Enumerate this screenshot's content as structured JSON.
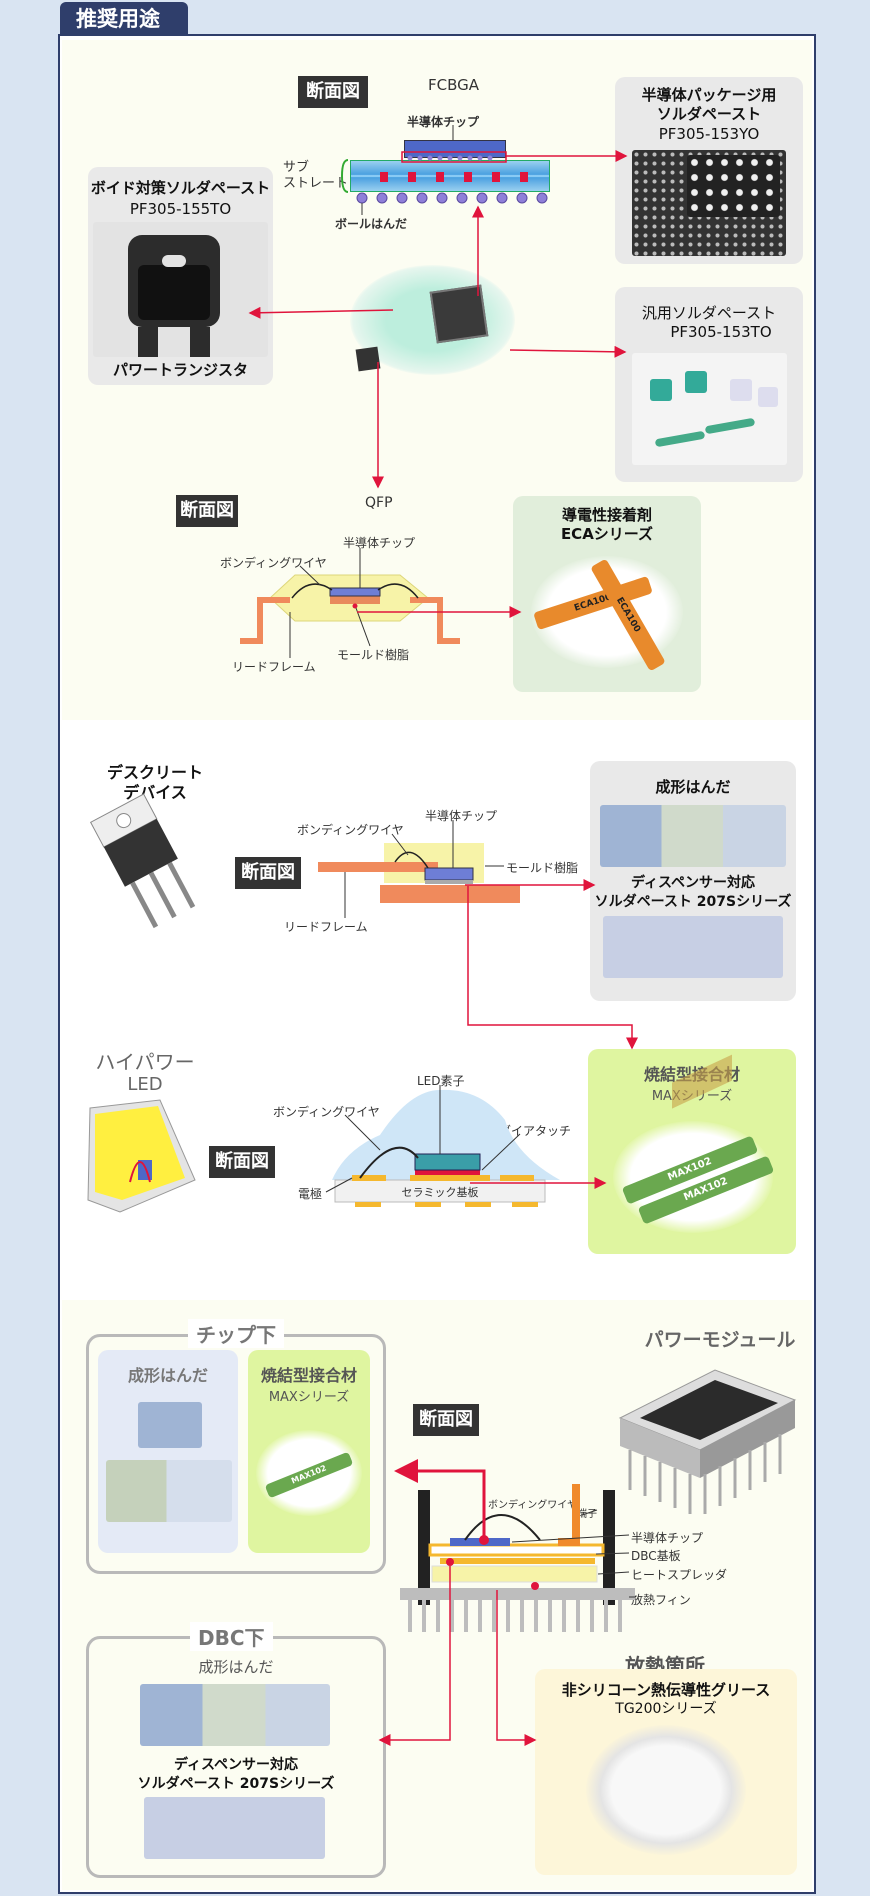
{
  "header": {
    "title": "推奨用途"
  },
  "labels": {
    "danmenzu": "断面図",
    "fcbga": "FCBGA",
    "chip": "半導体チップ",
    "substrate": "サブ\nストレート",
    "ball": "ボールはんだ",
    "qfp": "QFP",
    "bonding_wire": "ボンディングワイヤ",
    "lead_frame": "リードフレーム",
    "mold": "モールド樹脂",
    "led_element": "LED素子",
    "die_attach": "ダイアタッチ",
    "electrode": "電極",
    "ceramic": "セラミック基板",
    "terminal": "端子",
    "dbc": "DBC基板",
    "heat_spreader": "ヒートスプレッダ",
    "fin": "放熱フィン"
  },
  "devices": {
    "power_transistor": "パワートランジスタ",
    "discrete": "デスクリート\nデバイス",
    "high_power_led_1": "ハイパワー",
    "high_power_led_2": "LED",
    "power_module": "パワーモジュール"
  },
  "products": {
    "void": {
      "title": "ボイド対策ソルダペースト",
      "code": "PF305-155TO"
    },
    "package": {
      "title": "半導体パッケージ用\nソルダペースト",
      "code": "PF305-153YO"
    },
    "general": {
      "title": "汎用ソルダペースト",
      "code": "PF305-153TO"
    },
    "eca": {
      "title": "導電性接着剤\nECAシリーズ"
    },
    "preform1": {
      "title": "成形はんだ"
    },
    "dispenser1": {
      "title": "ディスペンサー対応\nソルダペースト 207Sシリーズ"
    },
    "sinter_led": {
      "title": "焼結型接合材",
      "code": "MAXシリーズ"
    },
    "chip_under": {
      "title": "チップ下"
    },
    "preform2": {
      "title": "成形はんだ"
    },
    "sinter_chip": {
      "title": "焼結型接合材",
      "code": "MAXシリーズ"
    },
    "dbc_under": {
      "title": "DBC下"
    },
    "preform3": {
      "title": "成形はんだ"
    },
    "dispenser2": {
      "title": "ディスペンサー対応\nソルダペースト 207Sシリーズ"
    },
    "heat": {
      "heading": "放熱箇所",
      "title": "非シリコーン熱伝導性グリース",
      "code": "TG200シリーズ"
    }
  },
  "colors": {
    "accent": "#e0143c",
    "header": "#2f3e6b"
  },
  "product_marks": {
    "eca": "ECA100",
    "max": "MAX102"
  }
}
